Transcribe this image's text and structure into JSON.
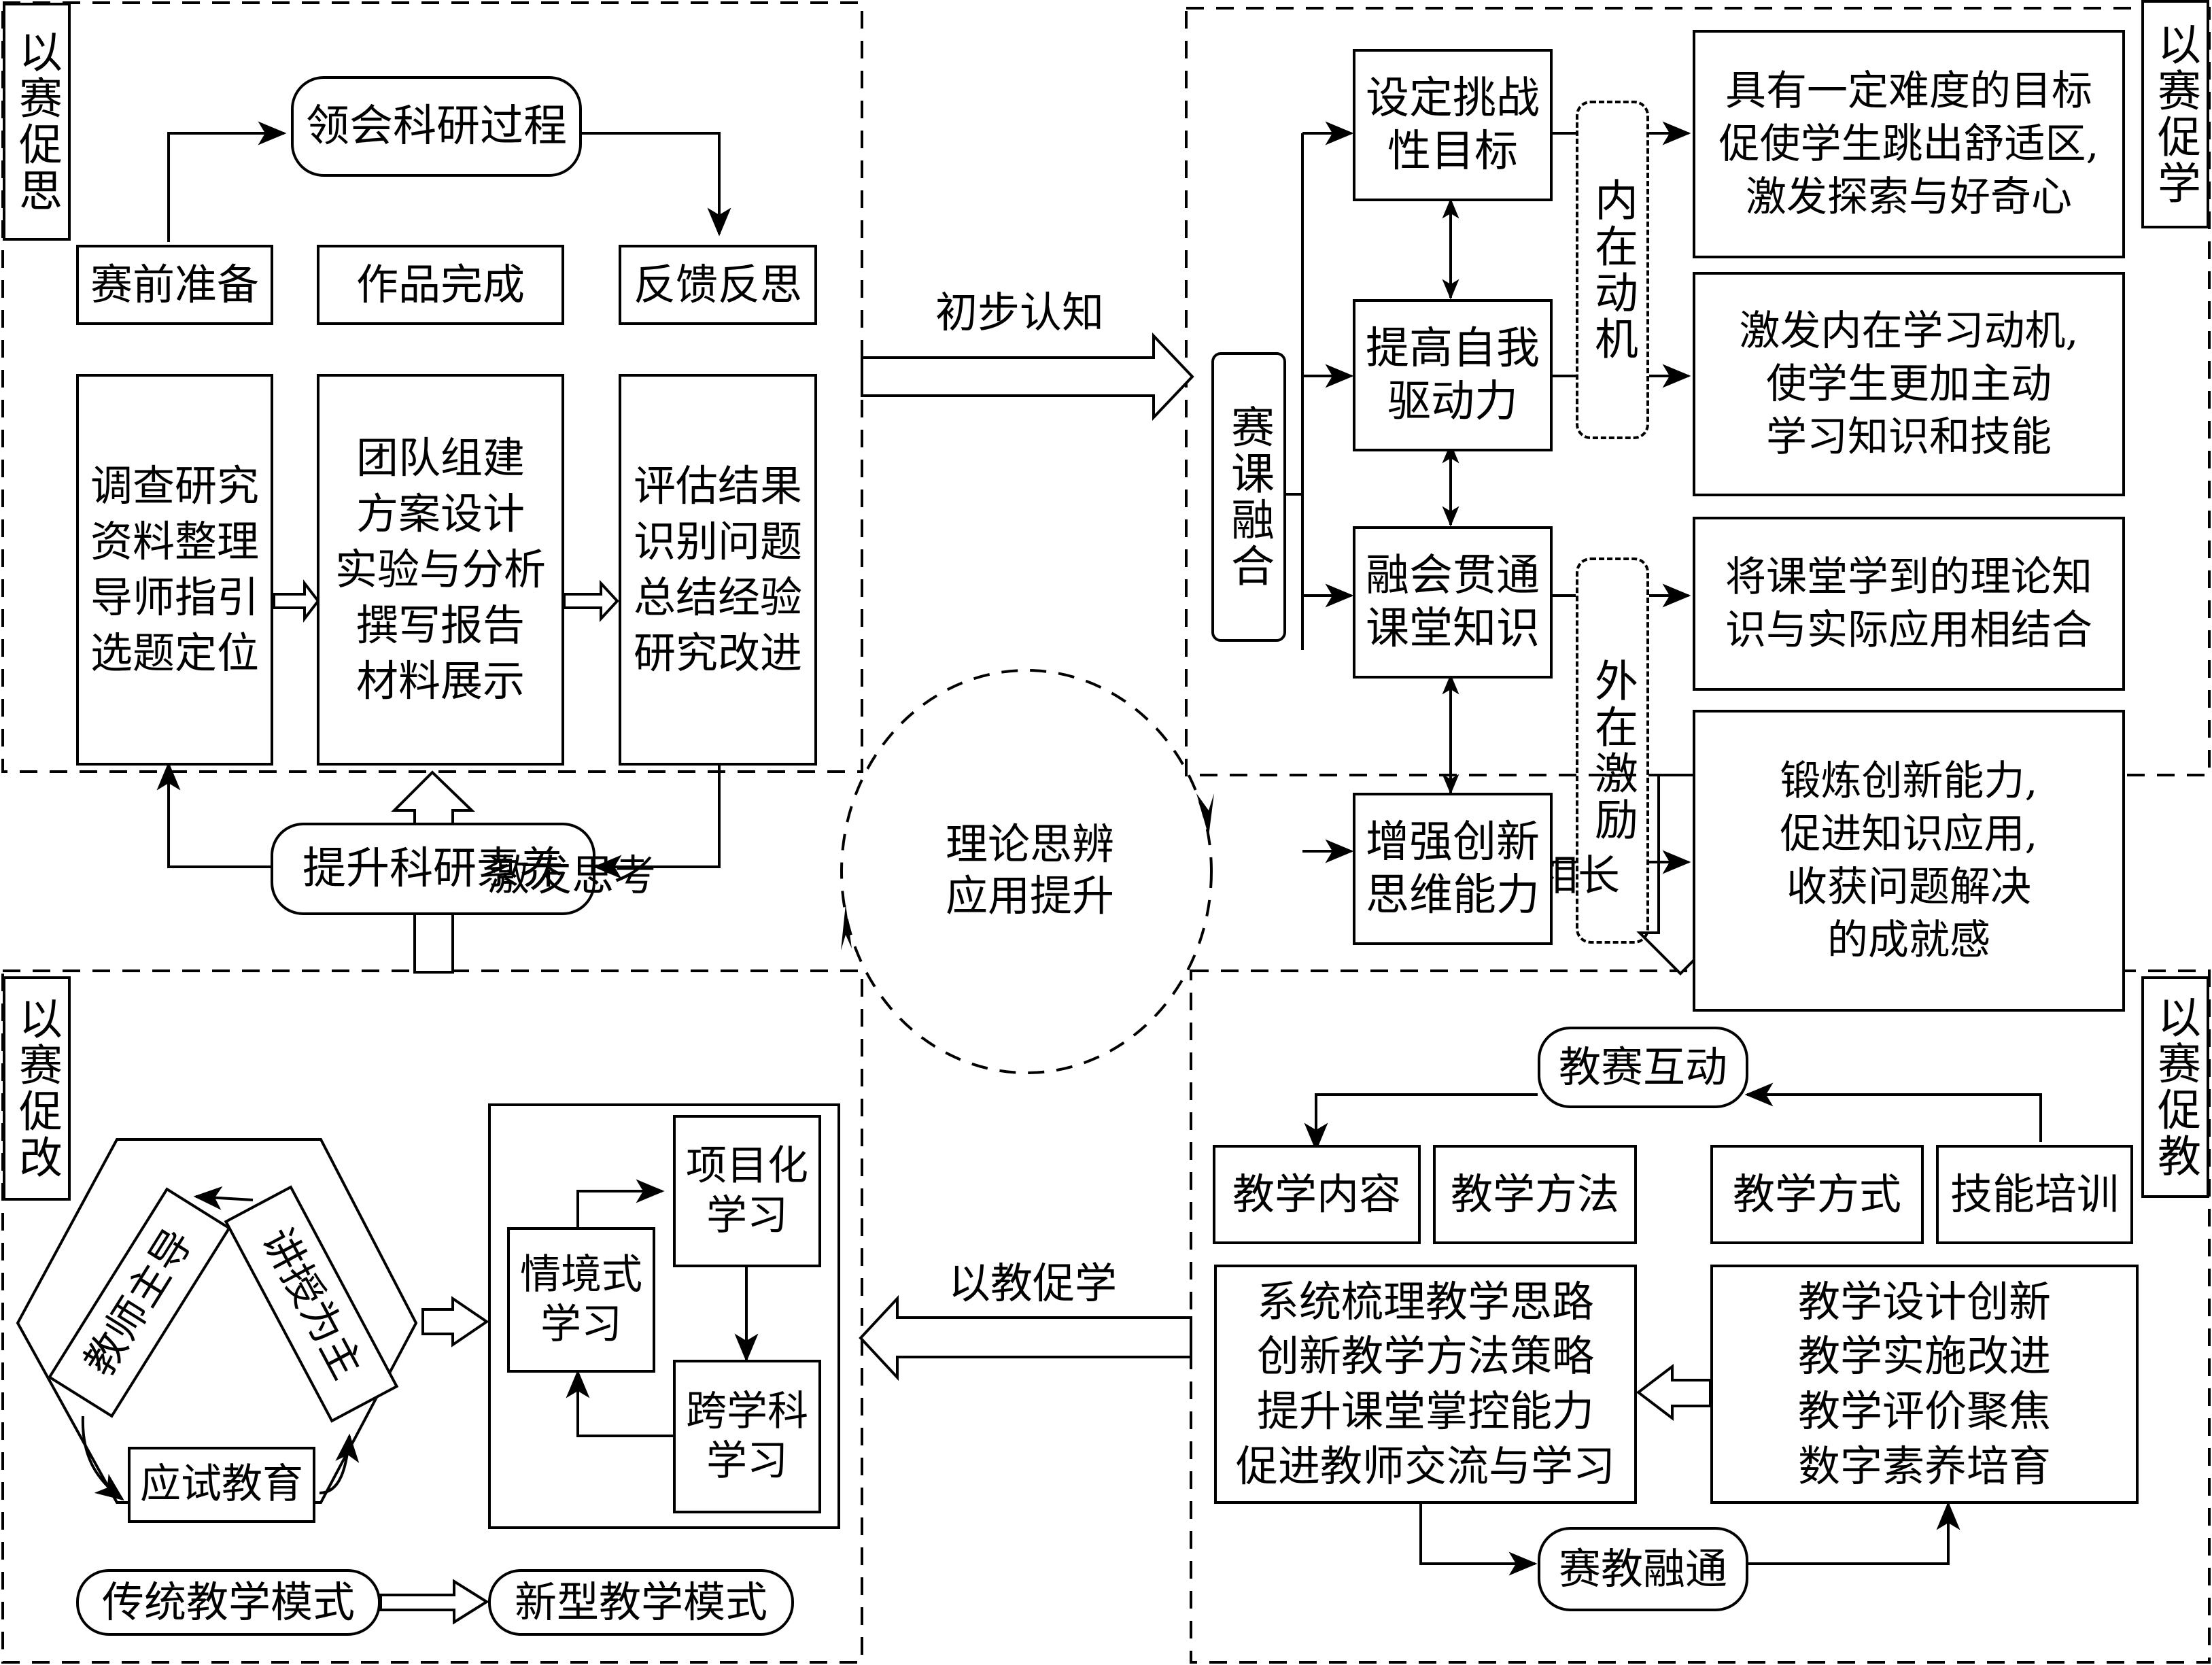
{
  "quadrants": {
    "top_left": {
      "side_label": "以赛促思",
      "top_pill": "领会科研过程",
      "bottom_pill": "提升科研素养",
      "stage_headers": [
        "赛前准备",
        "作品完成",
        "反馈反思"
      ],
      "stage_contents": [
        "调查研究\n资料整理\n导师指引\n选题定位",
        "团队组建\n方案设计\n实验与分析\n撰写报告\n材料展示",
        "评估结果\n识别问题\n总结经验\n研究改进"
      ]
    },
    "top_right": {
      "side_label": "以赛促学",
      "root": "赛课融合",
      "goals": [
        "设定挑战\n性目标",
        "提高自我\n驱动力",
        "融会贯通\n课堂知识",
        "增强创新\n思维能力"
      ],
      "groups": [
        "内在动机",
        "外在激励"
      ],
      "outcomes": [
        "具有一定难度的目标\n促使学生跳出舒适区,\n激发探索与好奇心",
        "激发内在学习动机,\n使学生更加主动\n学习知识和技能",
        "将课堂学到的理论知\n识与实际应用相结合",
        "锻炼创新能力,\n促进知识应用,\n收获问题解决\n的成就感"
      ]
    },
    "bottom_left": {
      "side_label": "以赛促改",
      "traditional_cycle": [
        "教师主导",
        "讲授为主",
        "应试教育"
      ],
      "new_modes": [
        "情境式\n学习",
        "项目化\n学习",
        "跨学科\n学习"
      ],
      "traditional_label": "传统教学模式",
      "new_label": "新型教学模式"
    },
    "bottom_right": {
      "side_label": "以赛促教",
      "top_pill": "教赛互动",
      "bottom_pill": "赛教融通",
      "aspects": [
        "教学内容",
        "教学方法",
        "教学方式",
        "技能培训"
      ],
      "left_outcomes": "系统梳理教学思路\n创新教学方法策略\n提升课堂掌控能力\n促进教师交流与学习",
      "right_outcomes": "教学设计创新\n教学实施改进\n教学评价聚焦\n数字素养培育"
    }
  },
  "center": {
    "cycle_text": "理论思辨\n应用提升"
  },
  "connectors": {
    "tl_to_tr": "初步认知",
    "tr_to_br": "教学相长",
    "br_to_bl": "以教促学",
    "bl_to_tl": "激发思考"
  }
}
